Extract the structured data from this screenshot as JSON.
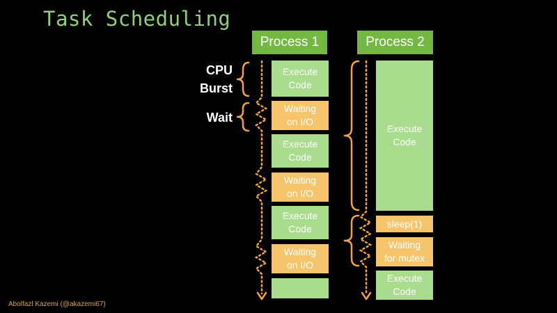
{
  "slide": {
    "title": "Task Scheduling",
    "credit": "Abolfazl Kazemi (@akazemi67)"
  },
  "labels": {
    "cpu_burst": "CPU\nBurst",
    "wait": "Wait"
  },
  "process1": {
    "header": "Process 1",
    "blocks": [
      {
        "kind": "execute",
        "text": "Execute\nCode"
      },
      {
        "kind": "wait",
        "text": "Waiting\non I/O"
      },
      {
        "kind": "execute",
        "text": "Execute\nCode"
      },
      {
        "kind": "wait",
        "text": "Waiting\non I/O"
      },
      {
        "kind": "execute",
        "text": "Execute\nCode"
      },
      {
        "kind": "wait",
        "text": "Waiting\non I/O"
      },
      {
        "kind": "execute",
        "text": ""
      }
    ]
  },
  "process2": {
    "header": "Process 2",
    "blocks": [
      {
        "kind": "execute",
        "text": "Execute\nCode"
      },
      {
        "kind": "wait",
        "text": "sleep(1)"
      },
      {
        "kind": "wait",
        "text": "Waiting\nfor mutex"
      },
      {
        "kind": "execute",
        "text": "Execute\nCode"
      }
    ]
  },
  "colors": {
    "execute": "#a9dc8c",
    "wait": "#f6c46a",
    "header": "#74b844",
    "title": "#8fd07a",
    "accent": "#f0a340",
    "credit": "#d9a44a"
  }
}
